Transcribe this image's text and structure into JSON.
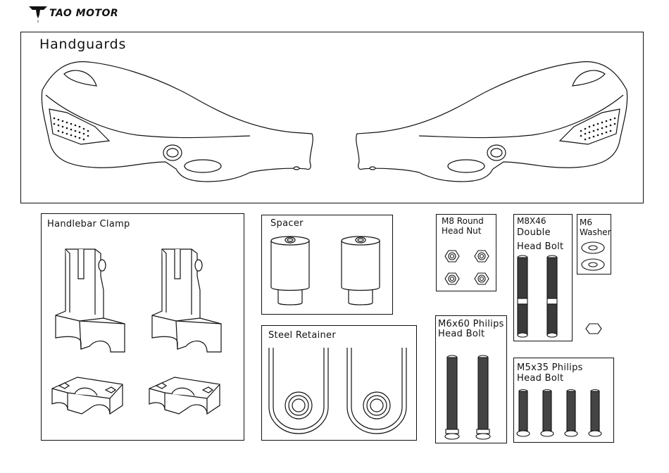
{
  "brand": {
    "name": "TAO MOTOR",
    "logo_icon": "tao-motor-logo-icon"
  },
  "sections": {
    "handguards": {
      "title": "Handguards"
    },
    "clamp": {
      "title": "Handlebar Clamp"
    },
    "spacer": {
      "title": "Spacer"
    },
    "retainer": {
      "title": "Steel Retainer"
    },
    "m8nut": {
      "line1": "M8 Round",
      "line2": "Head Nut"
    },
    "m8bolt": {
      "line1": "M8X46",
      "line2": "Double",
      "line3": "Head Bolt"
    },
    "m6washer": {
      "line1": "M6",
      "line2": "Washer"
    },
    "m6bolt": {
      "line1": "M6x60 Philips",
      "line2": "Head Bolt"
    },
    "m5bolt": {
      "line1": "M5x35 Philips",
      "line2": "Head Bolt"
    }
  }
}
